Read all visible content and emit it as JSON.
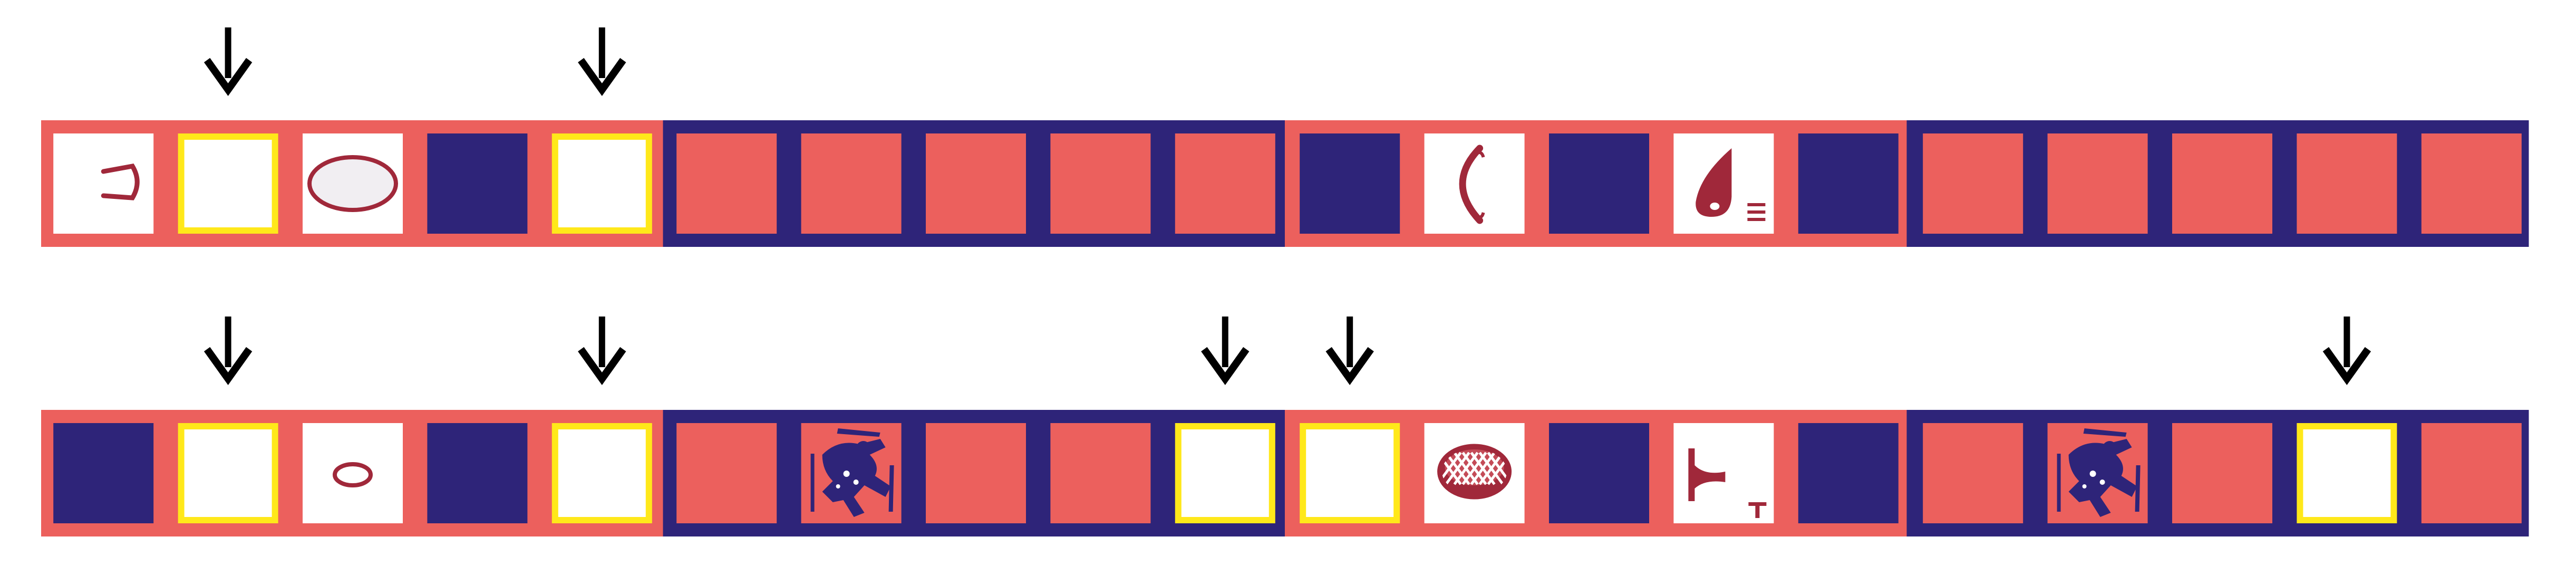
{
  "colors": {
    "salmon": "#ec605d",
    "navy": "#2e2479",
    "white": "#ffffff",
    "highlight": "#ffe81a",
    "glyph": "#a0283a",
    "arrow": "#000000"
  },
  "blocks": [
    "salmon",
    "navy",
    "salmon",
    "navy"
  ],
  "rows": [
    {
      "name": "top-row",
      "cells": [
        {
          "type": "white",
          "glyph": "u-bracket"
        },
        {
          "type": "highlight",
          "arrow": true
        },
        {
          "type": "white",
          "glyph": "large-oval"
        },
        {
          "type": "navy"
        },
        {
          "type": "highlight",
          "arrow": true
        },
        {
          "type": "salmon"
        },
        {
          "type": "salmon"
        },
        {
          "type": "salmon"
        },
        {
          "type": "salmon"
        },
        {
          "type": "salmon"
        },
        {
          "type": "navy"
        },
        {
          "type": "white",
          "glyph": "c-bracket"
        },
        {
          "type": "navy"
        },
        {
          "type": "white",
          "glyph": "leaf-drop"
        },
        {
          "type": "navy"
        },
        {
          "type": "salmon"
        },
        {
          "type": "salmon"
        },
        {
          "type": "salmon"
        },
        {
          "type": "salmon"
        },
        {
          "type": "salmon"
        }
      ]
    },
    {
      "name": "bottom-row",
      "cells": [
        {
          "type": "navy"
        },
        {
          "type": "highlight",
          "arrow": true
        },
        {
          "type": "white",
          "glyph": "small-oval"
        },
        {
          "type": "navy"
        },
        {
          "type": "highlight",
          "arrow": true
        },
        {
          "type": "salmon"
        },
        {
          "type": "salmon",
          "glyph": "rider-figure"
        },
        {
          "type": "salmon"
        },
        {
          "type": "salmon"
        },
        {
          "type": "highlight",
          "arrow": true
        },
        {
          "type": "highlight",
          "arrow": true
        },
        {
          "type": "white",
          "glyph": "grill-disc"
        },
        {
          "type": "navy"
        },
        {
          "type": "white",
          "glyph": "horn-t"
        },
        {
          "type": "navy"
        },
        {
          "type": "salmon"
        },
        {
          "type": "salmon",
          "glyph": "rider-figure"
        },
        {
          "type": "salmon"
        },
        {
          "type": "highlight",
          "arrow": true
        },
        {
          "type": "salmon"
        }
      ]
    }
  ]
}
